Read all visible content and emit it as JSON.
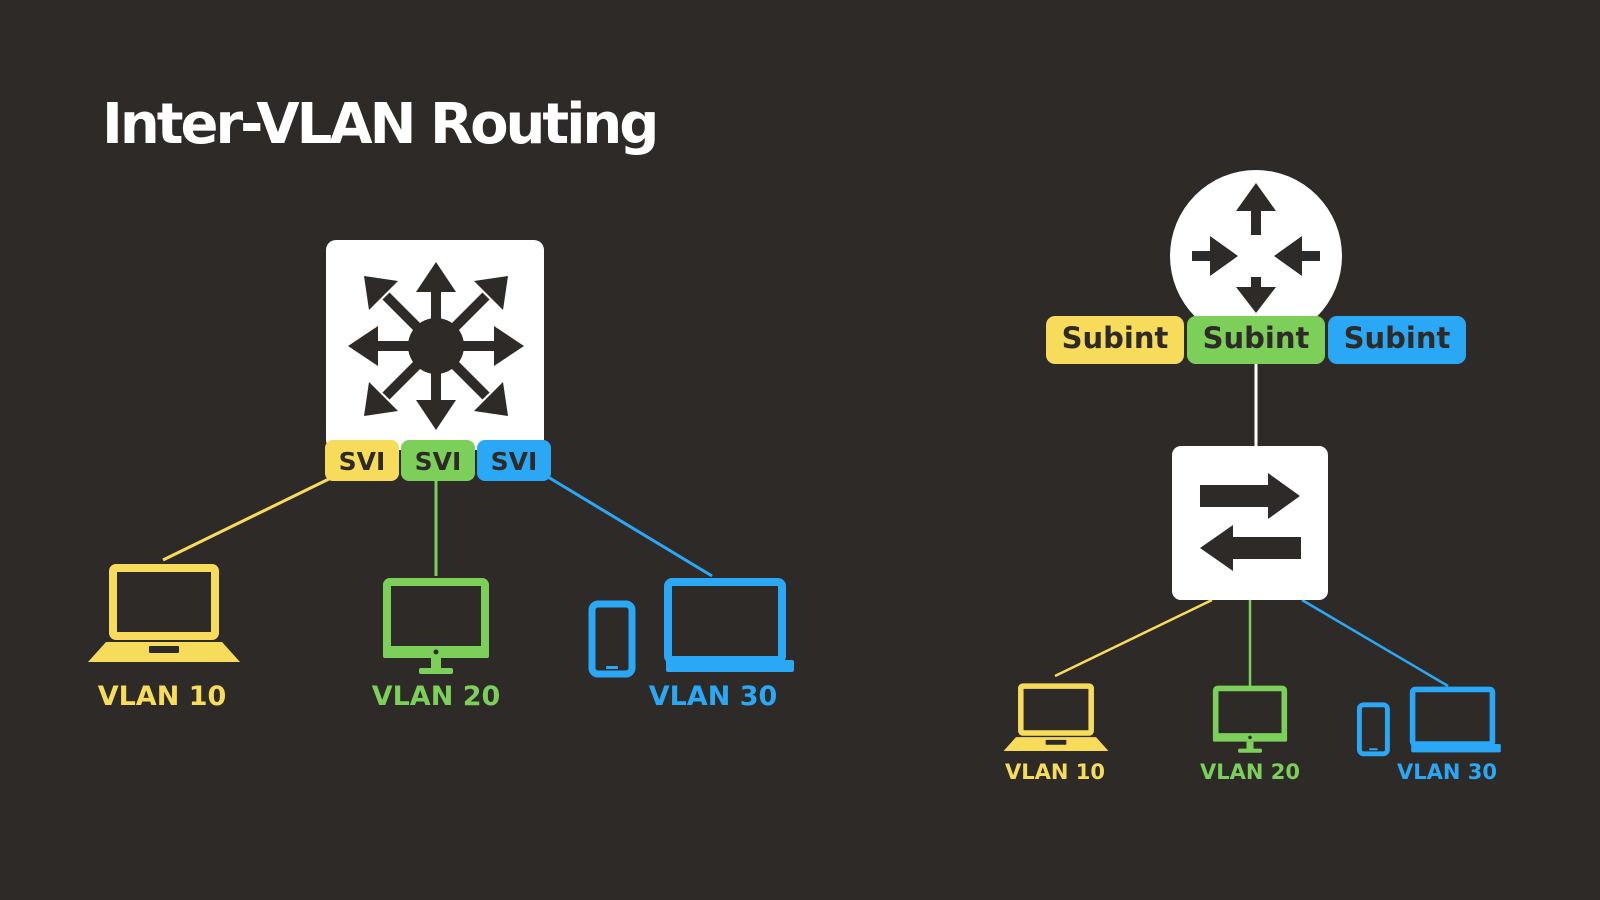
{
  "title": "Inter-VLAN Routing",
  "colors": {
    "background": "#2e2a28",
    "device": "#ffffff",
    "glyph": "#2e2a28",
    "vlan10": "#f7dc5b",
    "vlan20": "#7cd05a",
    "vlan30": "#2ba8f5"
  },
  "left": {
    "device": "layer3-switch",
    "device_icon": "multilayer-switch-icon",
    "interfaces": [
      {
        "label": "SVI",
        "vlan": "vlan10"
      },
      {
        "label": "SVI",
        "vlan": "vlan20"
      },
      {
        "label": "SVI",
        "vlan": "vlan30"
      }
    ],
    "hosts": [
      {
        "label": "VLAN 10",
        "icon": "laptop-icon",
        "vlan": "vlan10"
      },
      {
        "label": "VLAN 20",
        "icon": "monitor-icon",
        "vlan": "vlan20"
      },
      {
        "label": "VLAN 30",
        "icon": "phone-and-laptop-icon",
        "vlan": "vlan30"
      }
    ]
  },
  "right": {
    "router_icon": "router-icon",
    "switch_icon": "switch-icon",
    "interfaces": [
      {
        "label": "Subint",
        "vlan": "vlan10"
      },
      {
        "label": "Subint",
        "vlan": "vlan20"
      },
      {
        "label": "Subint",
        "vlan": "vlan30"
      }
    ],
    "hosts": [
      {
        "label": "VLAN 10",
        "icon": "laptop-icon",
        "vlan": "vlan10"
      },
      {
        "label": "VLAN 20",
        "icon": "monitor-icon",
        "vlan": "vlan20"
      },
      {
        "label": "VLAN 30",
        "icon": "phone-and-laptop-icon",
        "vlan": "vlan30"
      }
    ]
  }
}
